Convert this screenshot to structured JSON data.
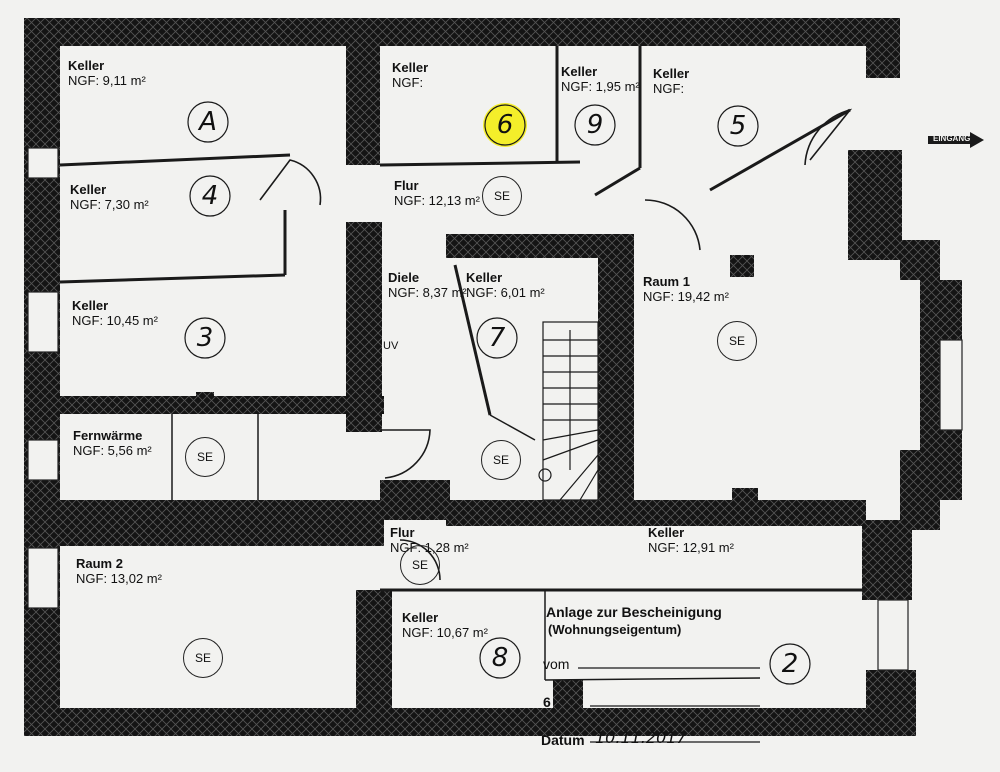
{
  "rooms": [
    {
      "id": "keller-a",
      "name": "Keller",
      "area": "NGF: 9,11 m²",
      "number": "A"
    },
    {
      "id": "keller-6",
      "name": "Keller",
      "area": "NGF:",
      "number": "6"
    },
    {
      "id": "keller-9",
      "name": "Keller",
      "area": "NGF: 1,95 m²",
      "number": "9"
    },
    {
      "id": "keller-5",
      "name": "Keller",
      "area": "NGF:",
      "number": "5"
    },
    {
      "id": "keller-4",
      "name": "Keller",
      "area": "NGF: 7,30 m²",
      "number": "4"
    },
    {
      "id": "flur-upper",
      "name": "Flur",
      "area": "NGF: 12,13 m²",
      "number": ""
    },
    {
      "id": "keller-3",
      "name": "Keller",
      "area": "NGF: 10,45 m²",
      "number": "3"
    },
    {
      "id": "diele",
      "name": "Diele",
      "area": "NGF: 8,37 m²",
      "number": ""
    },
    {
      "id": "keller-7",
      "name": "Keller",
      "area": "NGF: 6,01 m²",
      "number": "7"
    },
    {
      "id": "raum-1",
      "name": "Raum 1",
      "area": "NGF: 19,42 m²",
      "number": ""
    },
    {
      "id": "fernwaerme",
      "name": "Fernwärme",
      "area": "NGF: 5,56 m²",
      "number": ""
    },
    {
      "id": "raum-2",
      "name": "Raum 2",
      "area": "NGF: 13,02 m²",
      "number": ""
    },
    {
      "id": "flur-lower",
      "name": "Flur",
      "area": "NGF: 1,28 m²",
      "number": ""
    },
    {
      "id": "keller-2",
      "name": "Keller",
      "area": "NGF: 12,91 m²",
      "number": "2"
    },
    {
      "id": "keller-8",
      "name": "Keller",
      "area": "NGF: 10,67 m²",
      "number": "8"
    }
  ],
  "se_label": "SE",
  "uv_label": "UV",
  "entrance_label": "EINGANG",
  "highlight_color": "#f4ee2a",
  "wall_color": "#1a1a1a",
  "seal": {
    "title": "Anlage zur Bescheinigung",
    "subtitle": "(Wohnungseigentum)",
    "vom_label": "vom",
    "az_label": "6",
    "datum_label": "Datum",
    "datum_value": "10.11.2017"
  }
}
